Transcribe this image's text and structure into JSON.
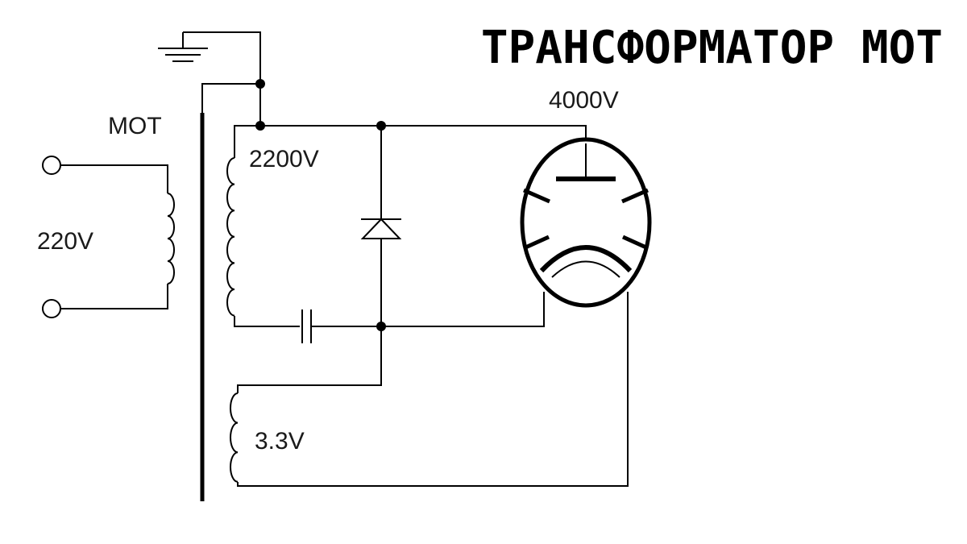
{
  "title": "ТРАНСФОРМАТОР МОТ",
  "labels": {
    "transformer": "МОТ",
    "primary_voltage": "220V",
    "secondary_voltage": "2200V",
    "output_voltage": "4000V",
    "filament_voltage": "3.3V"
  },
  "components": {
    "ground": "ground-symbol",
    "core": "transformer-core",
    "diode": "diode-symbol",
    "capacitor": "capacitor-symbol",
    "tube": "magnetron-tube-symbol"
  },
  "colors": {
    "ink": "#000000",
    "background": "#ffffff"
  }
}
